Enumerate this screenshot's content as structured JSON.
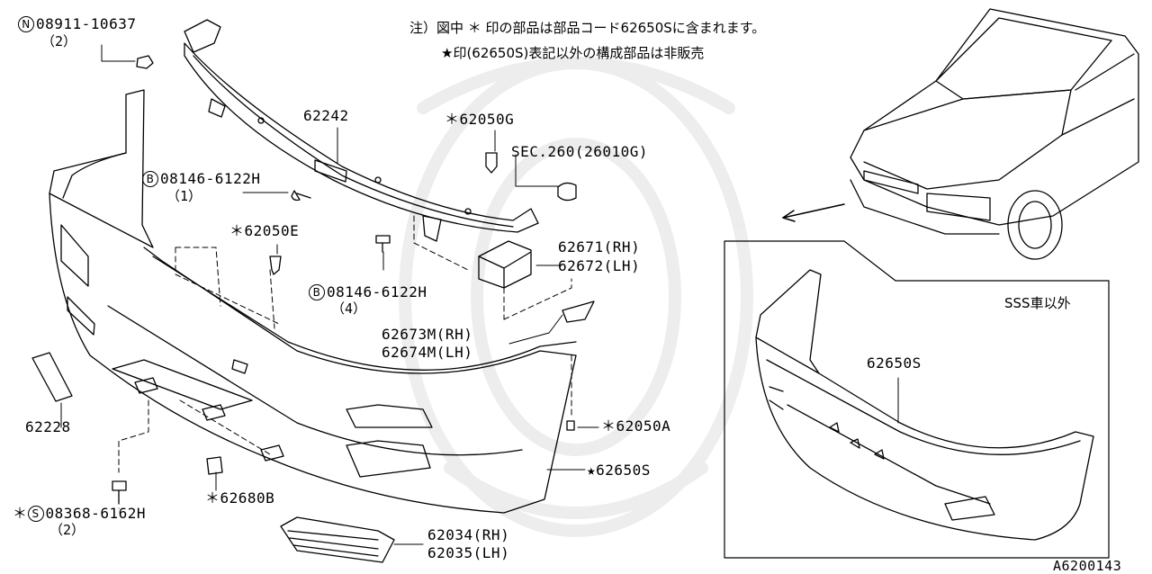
{
  "notes": {
    "line1": "注）図中 ＊ 印の部品は部品コード62650Sに含まれます。",
    "line2": "★印(62650S)表記以外の構成部品は非販売"
  },
  "inset_title": "SSS車以外",
  "diagram_id": "A6200143",
  "parts": {
    "nut": {
      "badge": "N",
      "number": "08911-10637",
      "qty": "（2）"
    },
    "p62242": "62242",
    "p62050g": "＊62050G",
    "sec260": "SEC.260(26010G)",
    "bolt1": {
      "badge": "B",
      "number": "08146-6122H",
      "qty": "（1）"
    },
    "p62050e": "＊62050E",
    "bolt2": {
      "badge": "B",
      "number": "08146-6122H",
      "qty": "（4）"
    },
    "p62671": "62671(RH)",
    "p62672": "62672(LH)",
    "p62673": "62673M(RH)",
    "p62674": "62674M(LH)",
    "p62228": "62228",
    "screw": {
      "prefix": "＊",
      "badge": "S",
      "number": "08368-6162H",
      "qty": "（2）"
    },
    "p62680b": "＊62680B",
    "p62050a": "＊62050A",
    "p62650s": "★62650S",
    "p62034": "62034(RH)",
    "p62035": "62035(LH)",
    "inset_part": "62650S"
  }
}
